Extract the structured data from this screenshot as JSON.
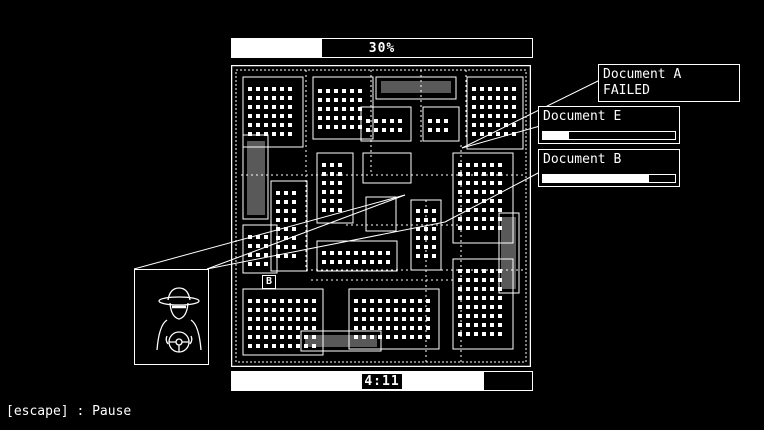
{
  "hud": {
    "progress_text": "30%",
    "progress_fraction": 0.3,
    "timer_text": "4:11",
    "timer_fraction": 0.84
  },
  "documents": [
    {
      "name": "Document A",
      "status": "FAILED"
    },
    {
      "name": "Document E",
      "progress": 0.2
    },
    {
      "name": "Document B",
      "progress": 0.8
    }
  ],
  "player_marker": "B",
  "footer": {
    "pause_hint": "[escape] : Pause"
  },
  "icons": {
    "agent": "spy-agent-icon",
    "map": "city-block-map"
  },
  "colors": {
    "foreground": "#ffffff",
    "background": "#000000"
  }
}
